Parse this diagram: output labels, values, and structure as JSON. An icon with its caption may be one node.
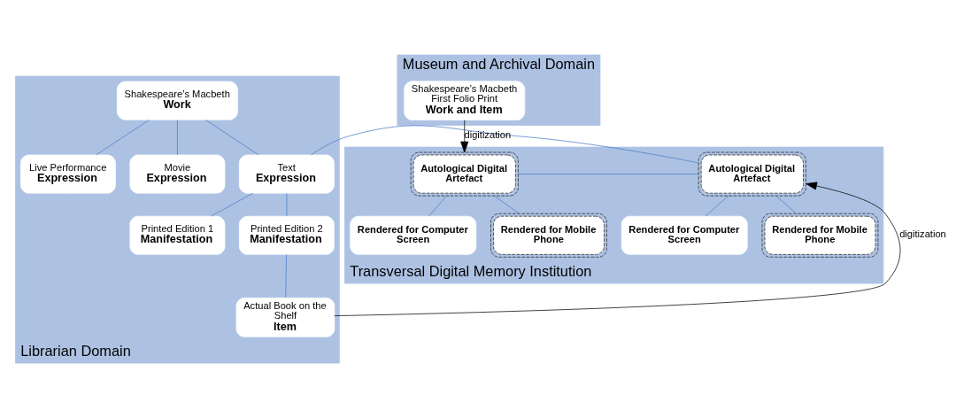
{
  "diagram": {
    "nodes": [
      {
        "text": [
          "Librarian Domain"
        ]
      },
      {
        "text": [
          "Shakespeare’s Macbeth",
          "Work"
        ],
        "in": 0
      },
      {
        "text": [
          "Live Performance",
          "Expression"
        ],
        "in": 0
      },
      {
        "text": [
          "Movie",
          "Expression"
        ],
        "in": 0
      },
      {
        "text": [
          "Text",
          "Expression"
        ],
        "in": 0
      },
      {
        "text": [
          "Printed Edition 1",
          "Manifestation"
        ],
        "in": 0
      },
      {
        "text": [
          "Printed Edition 2",
          "Manifestation"
        ],
        "in": 0
      },
      {
        "text": [
          "Actual Book on the Shelf",
          "Item"
        ],
        "in": 0
      },
      {
        "text": [
          "Museum and Archival Domain"
        ]
      },
      {
        "text": [
          "Shakespeare’s Macbeth First Folio Print",
          "Work and Item"
        ],
        "in": 8
      },
      {
        "text": [
          "Transversal Digital Memory Institution"
        ]
      },
      {
        "text": [
          "Autological Digital Artefact"
        ],
        "in": 10
      },
      {
        "text": [
          "Autological Digital Artefact"
        ],
        "in": 10
      },
      {
        "text": [
          "Rendered for Computer Screen"
        ],
        "in": 10
      },
      {
        "text": [
          "Rendered for Mobile Phone"
        ],
        "in": 10
      },
      {
        "text": [
          "Rendered for Computer Screen"
        ],
        "in": 10
      },
      {
        "text": [
          "Rendered for Mobile Phone"
        ],
        "in": 10
      }
    ],
    "edges": [
      {
        "from": 1,
        "to": 2,
        "arrow": "none"
      },
      {
        "from": 1,
        "to": 3,
        "arrow": "none"
      },
      {
        "from": 1,
        "to": 4,
        "arrow": "none"
      },
      {
        "from": 4,
        "to": 5,
        "arrow": "none"
      },
      {
        "from": 4,
        "to": 6,
        "arrow": "none"
      },
      {
        "from": 4,
        "to": 11,
        "arrow": "none"
      },
      {
        "from": 6,
        "to": 7,
        "arrow": "none"
      },
      {
        "from": 7,
        "to": 11,
        "arrow": "to",
        "label": "digitization",
        "color": "#000000"
      },
      {
        "from": 9,
        "to": 12,
        "arrow": "to",
        "label": "digitization",
        "color": "#000000"
      },
      {
        "from": 11,
        "to": 12,
        "arrow": "none"
      },
      {
        "from": 11,
        "to": 13,
        "arrow": "none"
      },
      {
        "from": 11,
        "to": 14,
        "arrow": "none"
      },
      {
        "from": 12,
        "to": 15,
        "arrow": "none"
      },
      {
        "from": 12,
        "to": 16,
        "arrow": "none"
      }
    ]
  }
}
